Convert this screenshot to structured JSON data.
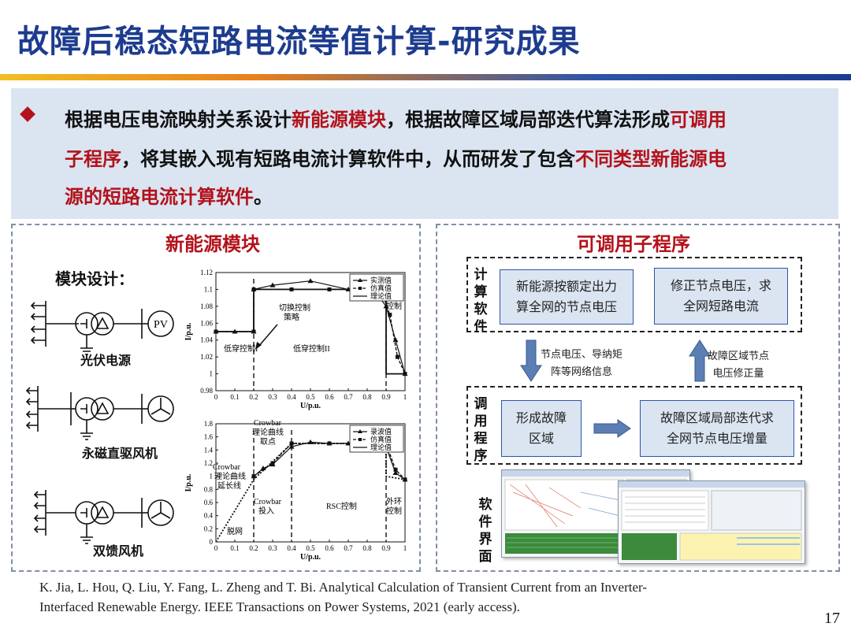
{
  "slide": {
    "title": "故障后稳态短路电流等值计算-研究成果",
    "page_number": "17"
  },
  "summary": {
    "line1_a": "根据电压电流映射关系设计",
    "line1_b": "新能源模块",
    "line1_c": "，根据故障区域局部迭代算法形成",
    "line1_d": "可调用",
    "line2_a": "子程序",
    "line2_b": "，将其嵌入现有短路电流计算软件中，从而研发了包含",
    "line2_c": "不同类型新能源电",
    "line3_a": "源的短路电流计算软件",
    "line3_b": "。"
  },
  "left_panel": {
    "title": "新能源模块",
    "design_label": "模块设计：",
    "sources": [
      "光伏电源",
      "永磁直驱风机",
      "双馈风机"
    ],
    "pv_label": "PV"
  },
  "right_panel": {
    "title": "可调用子程序",
    "calc_label": "计算软件",
    "call_label": "调用程序",
    "ui_label": "软件界面",
    "box1": "新能源按额定出力\n算全网的节点电压",
    "box2": "修正节点电压，求\n全网短路电流",
    "box3": "形成故障\n区域",
    "box4": "故障区域局部迭代求\n全网节点电压增量",
    "down_label": "节点电压、导纳矩\n阵等网络信息",
    "up_label": "故障区域节点\n电压修正量"
  },
  "citation": {
    "line1": "K. Jia, L. Hou, Q. Liu, Y. Fang, L. Zheng and T. Bi. Analytical Calculation of Transient Current from an Inverter-",
    "line2": "Interfaced Renewable Energy. IEEE Transactions on Power Systems, 2021 (early access)."
  },
  "chart_data": [
    {
      "type": "line",
      "xlabel": "U/p.u.",
      "ylabel": "I/p.u.",
      "xlim": [
        0,
        1
      ],
      "ylim": [
        0.98,
        1.12
      ],
      "x_ticks": [
        0,
        0.1,
        0.2,
        0.3,
        0.4,
        0.5,
        0.6,
        0.7,
        0.8,
        0.9,
        1
      ],
      "y_ticks": [
        0.98,
        1,
        1.02,
        1.04,
        1.06,
        1.08,
        1.1,
        1.12
      ],
      "legend_position": "top-right",
      "series": [
        {
          "name": "实测值",
          "x": [
            0,
            0.1,
            0.2,
            0.2,
            0.3,
            0.5,
            0.7,
            0.85,
            0.9,
            0.95,
            1.0
          ],
          "y": [
            1.05,
            1.05,
            1.05,
            1.1,
            1.105,
            1.11,
            1.1,
            1.095,
            1.08,
            1.04,
            1.0
          ]
        },
        {
          "name": "仿真值",
          "x": [
            0,
            0.2,
            0.2,
            0.4,
            0.6,
            0.8,
            0.88,
            0.92,
            0.96,
            1.0
          ],
          "y": [
            1.05,
            1.05,
            1.1,
            1.1,
            1.1,
            1.1,
            1.095,
            1.07,
            1.02,
            1.0
          ]
        },
        {
          "name": "理论值",
          "x": [
            0,
            0.2,
            0.2,
            0.9,
            0.9,
            1.0
          ],
          "y": [
            1.05,
            1.05,
            1.1,
            1.1,
            1.0,
            1.0
          ]
        }
      ],
      "annotations": [
        "切换控制策略",
        "低穿控制I",
        "低穿控制II",
        "外环控制"
      ]
    },
    {
      "type": "line",
      "xlabel": "U/p.u.",
      "ylabel": "I/p.u.",
      "xlim": [
        0,
        1
      ],
      "ylim": [
        0,
        1.8
      ],
      "x_ticks": [
        0,
        0.1,
        0.2,
        0.3,
        0.4,
        0.5,
        0.6,
        0.7,
        0.8,
        0.9,
        1
      ],
      "y_ticks": [
        0,
        0.2,
        0.4,
        0.6,
        0.8,
        1,
        1.2,
        1.4,
        1.6,
        1.8
      ],
      "legend_position": "top-right",
      "series": [
        {
          "name": "录波值",
          "x": [
            0.2,
            0.25,
            0.3,
            0.4,
            0.5,
            0.6,
            0.7,
            0.8,
            0.9,
            0.95,
            1.0
          ],
          "y": [
            1.0,
            1.12,
            1.18,
            1.45,
            1.52,
            1.5,
            1.5,
            1.5,
            1.45,
            1.05,
            0.95
          ]
        },
        {
          "name": "仿真值",
          "x": [
            0.2,
            0.3,
            0.4,
            0.6,
            0.8,
            0.9,
            0.95,
            1.0
          ],
          "y": [
            1.0,
            1.2,
            1.5,
            1.5,
            1.5,
            1.5,
            1.1,
            0.95
          ]
        },
        {
          "name": "理论值",
          "x": [
            0,
            0.2,
            0.4,
            0.9,
            0.9,
            1.0
          ],
          "y": [
            0,
            0.95,
            1.5,
            1.5,
            1.0,
            0.95
          ]
        }
      ],
      "annotations": [
        "Crowbar理论曲线取点",
        "Crowbar理论曲线延长线",
        "Crowbar投入",
        "RSC控制",
        "外环控制",
        "脱网"
      ]
    }
  ]
}
